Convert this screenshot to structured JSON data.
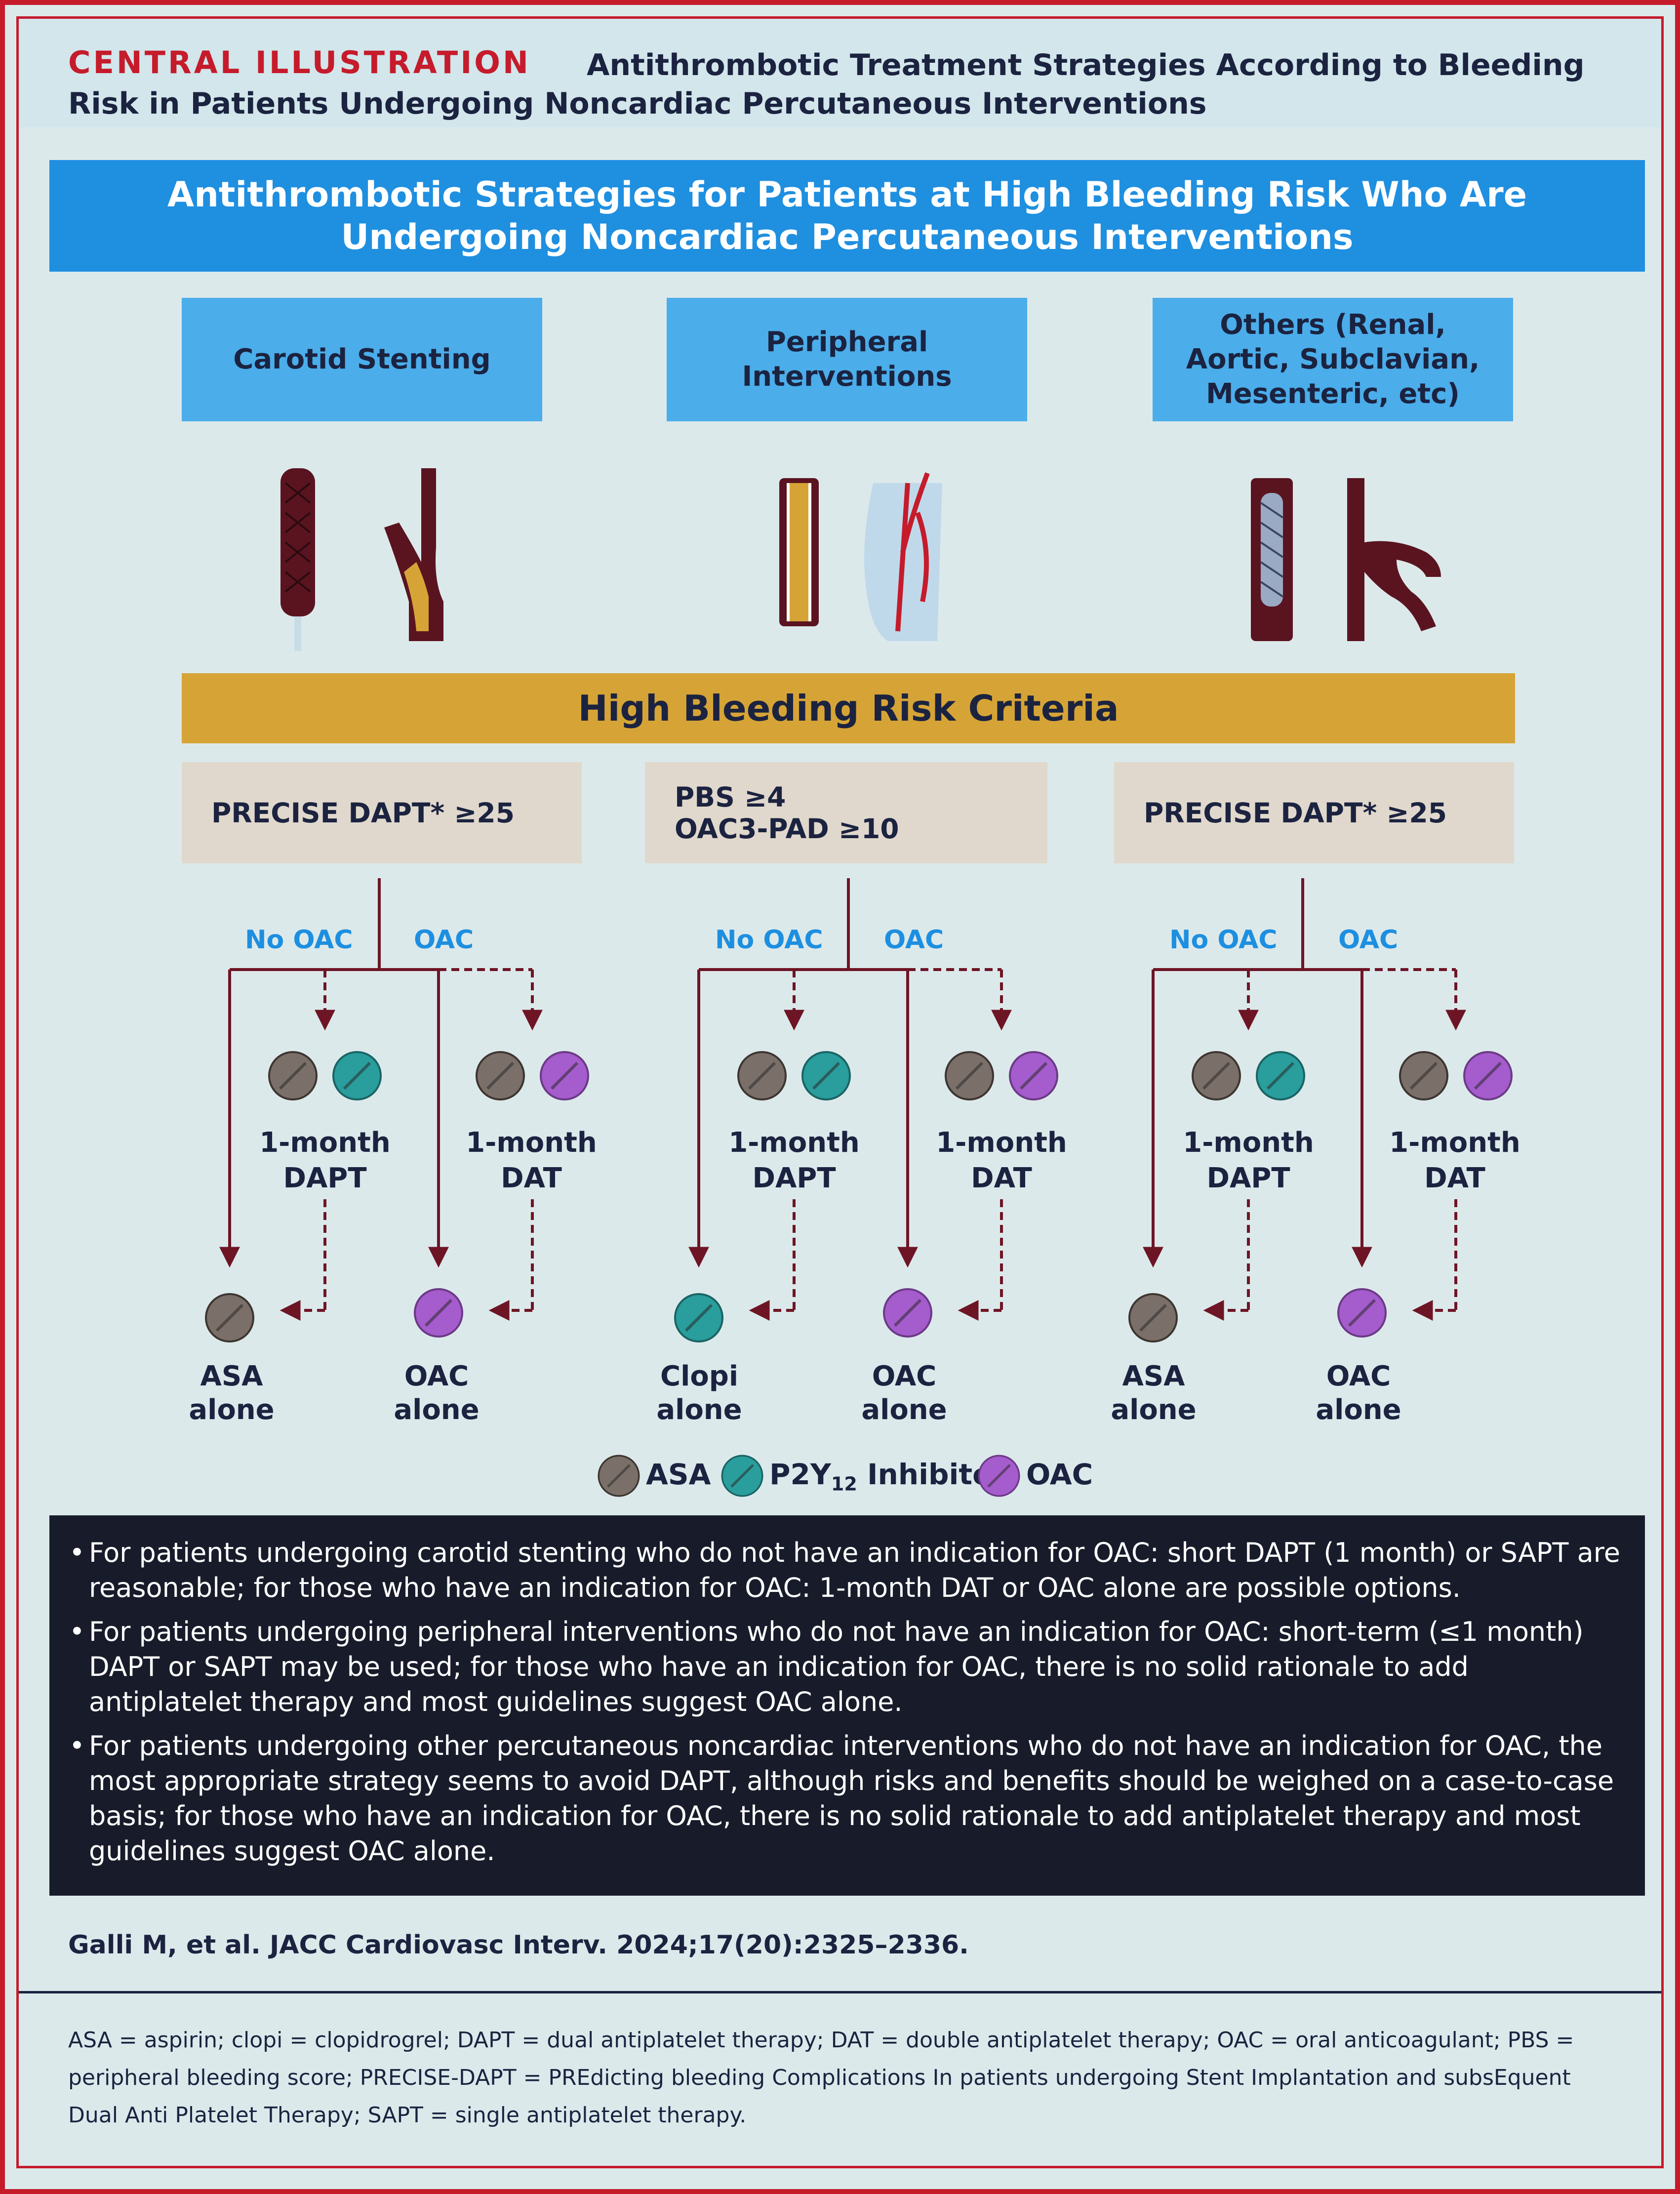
{
  "header": {
    "label": "CENTRAL ILLUSTRATION",
    "title": "Antithrombotic Treatment Strategies According to Bleeding Risk in Patients Undergoing Noncardiac Percutaneous Interventions"
  },
  "banner": "Antithrombotic Strategies for Patients at High Bleeding Risk Who Are Undergoing Noncardiac Percutaneous Interventions",
  "categories": [
    {
      "label": "Carotid Stenting"
    },
    {
      "label": "Peripheral Interventions"
    },
    {
      "label": "Others (Renal, Aortic, Subclavian, Mesenteric, etc)"
    }
  ],
  "hbr_title": "High Bleeding Risk Criteria",
  "criteria": [
    {
      "line1": "PRECISE DAPT* ≥25",
      "line2": ""
    },
    {
      "line1": "PBS ≥4",
      "line2": "OAC3-PAD ≥10"
    },
    {
      "line1": "PRECISE DAPT* ≥25",
      "line2": ""
    }
  ],
  "branch_labels": {
    "no_oac": "No OAC",
    "oac": "OAC"
  },
  "regimens": {
    "dapt": {
      "line1": "1-month",
      "line2": "DAPT"
    },
    "dat": {
      "line1": "1-month",
      "line2": "DAT"
    }
  },
  "outcomes": [
    {
      "no_oac": {
        "line1": "ASA",
        "line2": "alone",
        "drug": "asa"
      },
      "oac": {
        "line1": "OAC",
        "line2": "alone"
      }
    },
    {
      "no_oac": {
        "line1": "Clopi",
        "line2": "alone",
        "drug": "p2y12"
      },
      "oac": {
        "line1": "OAC",
        "line2": "alone"
      }
    },
    {
      "no_oac": {
        "line1": "ASA",
        "line2": "alone",
        "drug": "asa"
      },
      "oac": {
        "line1": "OAC",
        "line2": "alone"
      }
    }
  ],
  "legend": {
    "asa": "ASA",
    "p2y12_prefix": "P2Y",
    "p2y12_sub": "12",
    "p2y12_suffix": " Inhibitor",
    "oac": "OAC"
  },
  "colors": {
    "asa": "#7b7069",
    "p2y12": "#2a9d9d",
    "oac": "#a55ccc",
    "arrow": "#6e1525",
    "accent_red": "#c51b2b",
    "banner_blue": "#1f8fe0",
    "box_blue": "#4badea",
    "gold": "#d6a436"
  },
  "summary": [
    "For patients undergoing carotid stenting who do not have an indication for OAC: short DAPT (1 month) or SAPT are reasonable; for those who have an indication for OAC: 1-month DAT or OAC alone are possible options.",
    "For patients undergoing peripheral interventions who do not have an indication for OAC: short-term (≤1 month) DAPT or SAPT may be used; for those who have an indication for OAC, there is no solid rationale to add antiplatelet therapy and most guidelines suggest OAC alone.",
    "For patients undergoing other percutaneous noncardiac interventions who do not have an indication for OAC, the most appropriate strategy seems to avoid DAPT, although risks and benefits should be weighed on a case-to-case basis; for those who have an indication for OAC, there is no solid rationale to add antiplatelet therapy and most guidelines suggest OAC alone."
  ],
  "citation": "Galli M, et al. JACC Cardiovasc Interv. 2024;17(20):2325–2336.",
  "abbreviations": "ASA = aspirin; clopi = clopidrogrel; DAPT = dual antiplatelet therapy; DAT = double antiplatelet therapy; OAC = oral anticoagulant; PBS = peripheral bleeding score; PRECISE-DAPT = PREdicting bleeding Complications In patients undergoing Stent Implantation and subsEquent Dual Anti Platelet Therapy; SAPT = single antiplatelet therapy."
}
